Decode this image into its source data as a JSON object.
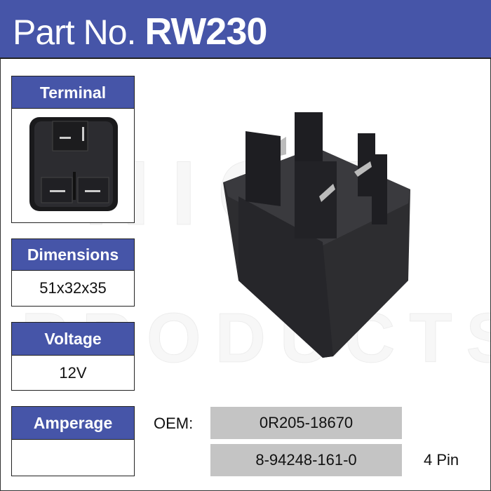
{
  "header": {
    "prefix": "Part No.",
    "part_number": "RW230"
  },
  "specs": {
    "terminal": {
      "label": "Terminal"
    },
    "dimensions": {
      "label": "Dimensions",
      "value": "51x32x35"
    },
    "voltage": {
      "label": "Voltage",
      "value": "12V"
    },
    "amperage": {
      "label": "Amperage",
      "value": ""
    }
  },
  "oem": {
    "label": "OEM:",
    "numbers": [
      "0R205-18670",
      "8-94248-161-0"
    ]
  },
  "pins": "4 Pin",
  "watermark": {
    "line1": "NICE",
    "line2": "PRODUCTS"
  },
  "colors": {
    "brand": "#4655a8",
    "oem_bg": "#c4c4c4"
  }
}
